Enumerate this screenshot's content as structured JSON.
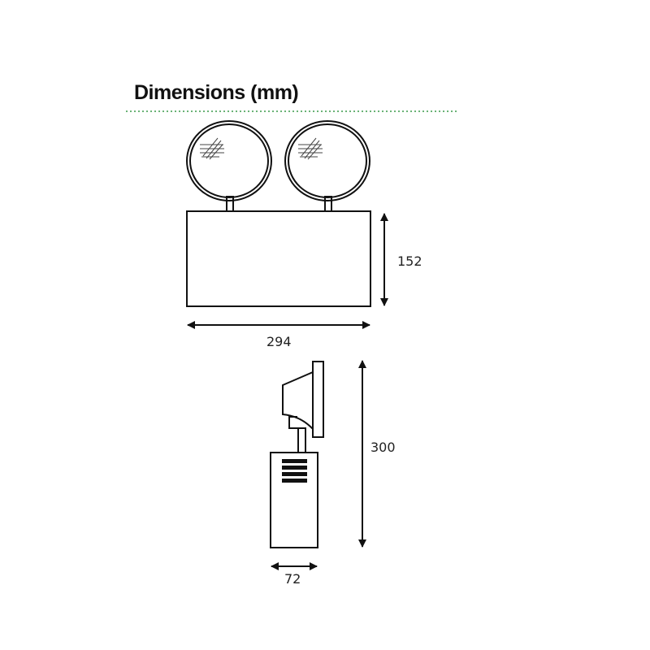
{
  "title": "Dimensions (mm)",
  "colors": {
    "divider": "#3a9a4a",
    "line": "#111111"
  },
  "dimensions": {
    "front_height": "152",
    "front_width": "294",
    "side_height": "300",
    "side_depth": "72"
  }
}
